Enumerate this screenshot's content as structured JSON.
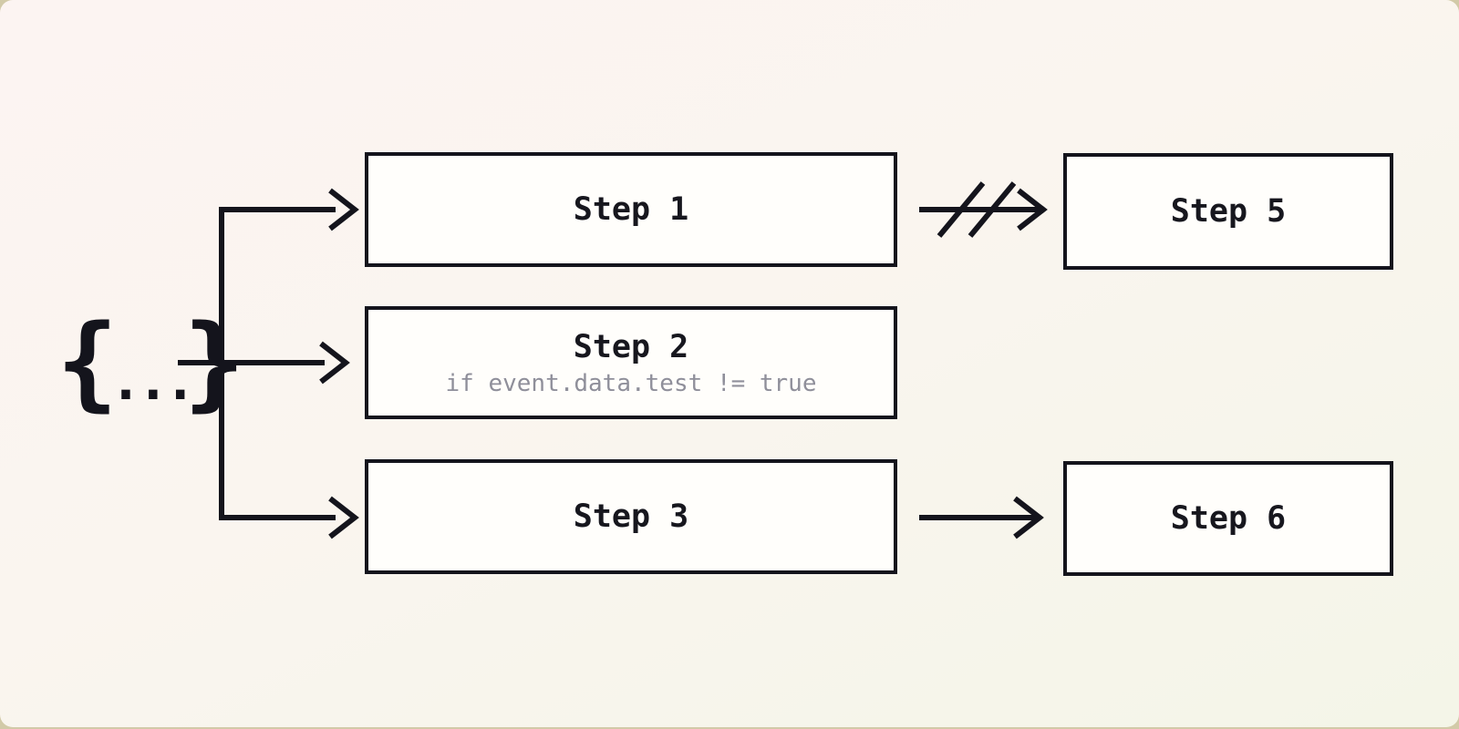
{
  "icon": {
    "open": "{",
    "dots": "...",
    "close": "}"
  },
  "nodes": {
    "step1": {
      "label": "Step 1"
    },
    "step2": {
      "label": "Step 2",
      "condition": "if event.data.test != true"
    },
    "step3": {
      "label": "Step 3"
    },
    "step5": {
      "label": "Step 5"
    },
    "step6": {
      "label": "Step 6"
    }
  },
  "edges": [
    {
      "from": "event-payload",
      "to": "step1",
      "style": "arrow"
    },
    {
      "from": "event-payload",
      "to": "step2",
      "style": "arrow"
    },
    {
      "from": "event-payload",
      "to": "step3",
      "style": "arrow"
    },
    {
      "from": "step1",
      "to": "step5",
      "style": "cancelled-arrow"
    },
    {
      "from": "step3",
      "to": "step6",
      "style": "arrow"
    }
  ],
  "colors": {
    "ink": "#14141c",
    "node_fill": "#fffefb",
    "condition_text": "#8f8f9a",
    "card_gradient_start": "#fcf4f2",
    "card_gradient_end": "#f4f5e8",
    "backdrop": "#d2caa8"
  }
}
